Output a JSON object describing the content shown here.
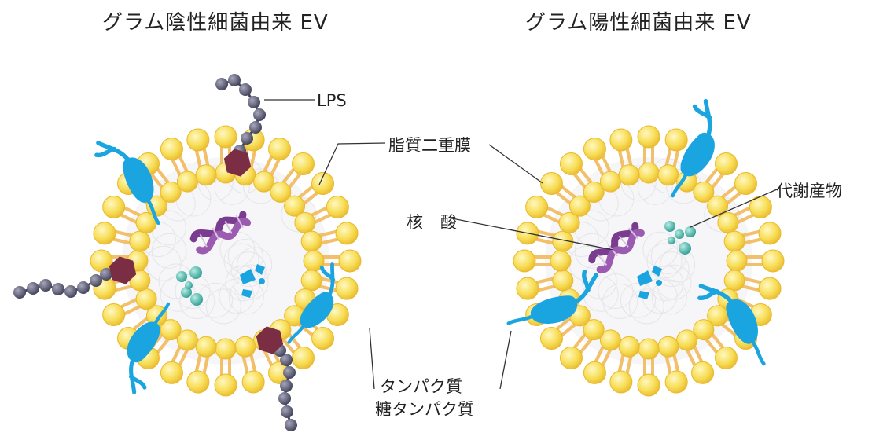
{
  "titles": {
    "gram_negative": "グラム陰性細菌由来 EV",
    "gram_positive": "グラム陽性細菌由来 EV"
  },
  "labels": {
    "lps": "LPS",
    "lipid_bilayer": "脂質二重膜",
    "nucleic_acid": "核　酸",
    "metabolites": "代謝産物",
    "protein": "タンパク質",
    "glycoprotein": "糖タンパク質"
  },
  "colors": {
    "lipid_head": "#f7dd55",
    "lipid_head_rim": "#e9b92f",
    "lipid_tail": "#f2bf6a",
    "protein": "#1aa5e0",
    "nucleic_acid": "#7a3c8e",
    "metabolite": "#3eb3a6",
    "lps_bead": "#5a5a72",
    "lps_core": "#7b2d43",
    "leader_line": "#333333"
  }
}
